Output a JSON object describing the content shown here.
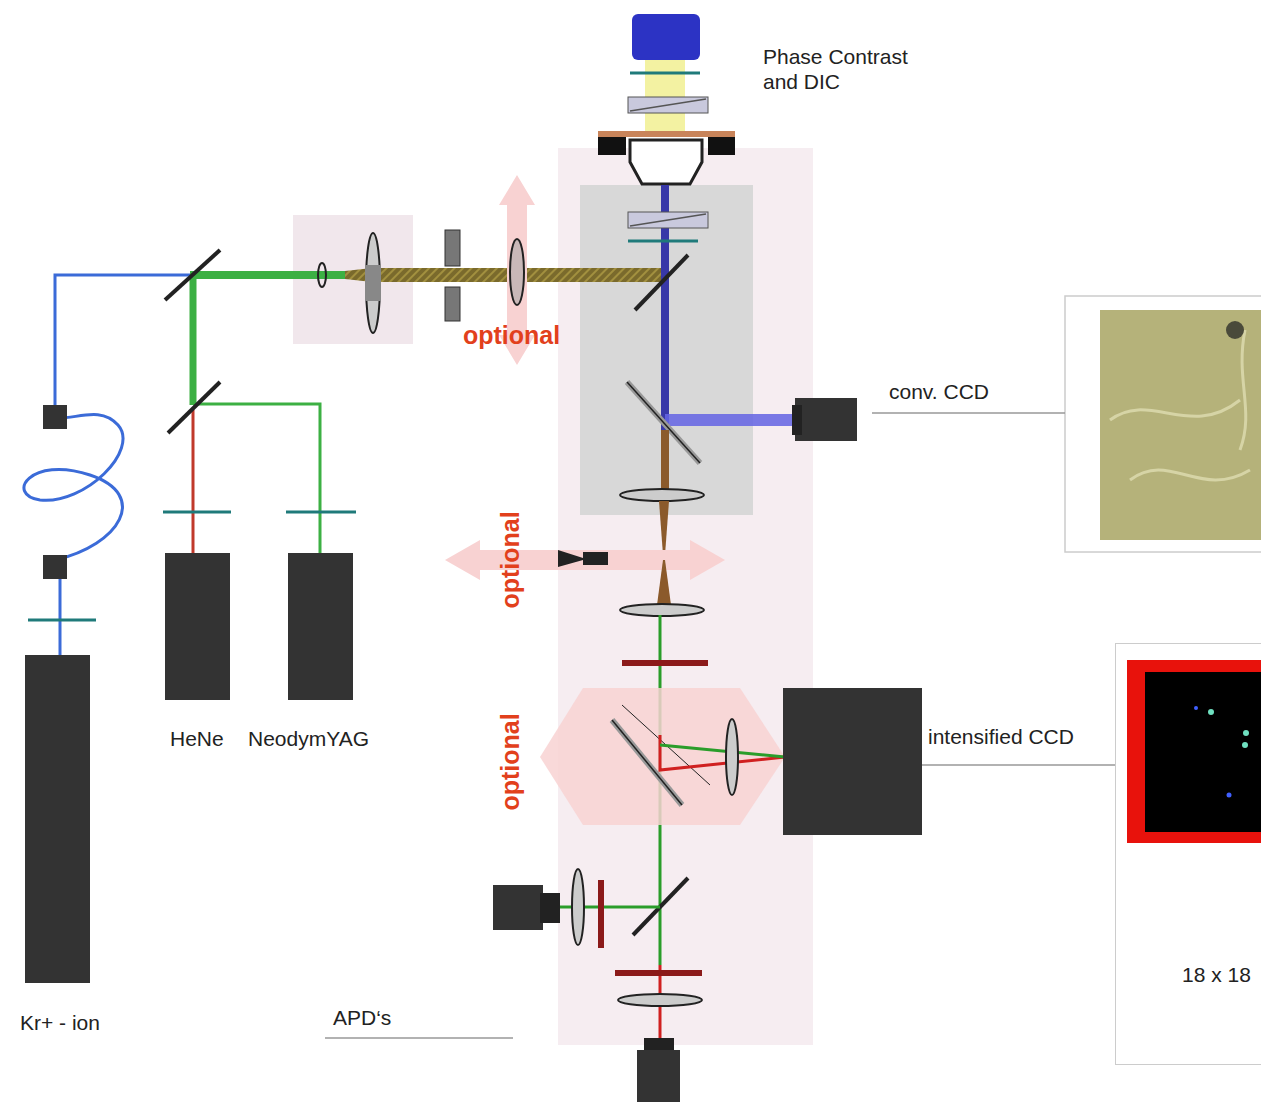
{
  "diagram": {
    "nodes": [
      {
        "text": [
          "Kr+ - ion"
        ]
      },
      {
        "text": [
          "HeNe"
        ]
      },
      {
        "text": [
          "NeodymYAG"
        ]
      },
      {
        "text": [
          "intensified CCD"
        ]
      },
      {
        "text": [
          "18 x 18"
        ]
      }
    ],
    "edges": [
      {
        "from": 3,
        "to": 4,
        "arrow": "none"
      }
    ],
    "labels": [
      "Phase Contrast and DIC",
      "optional",
      "optional",
      "optional",
      "conv. CCD",
      "APD‘s"
    ]
  }
}
